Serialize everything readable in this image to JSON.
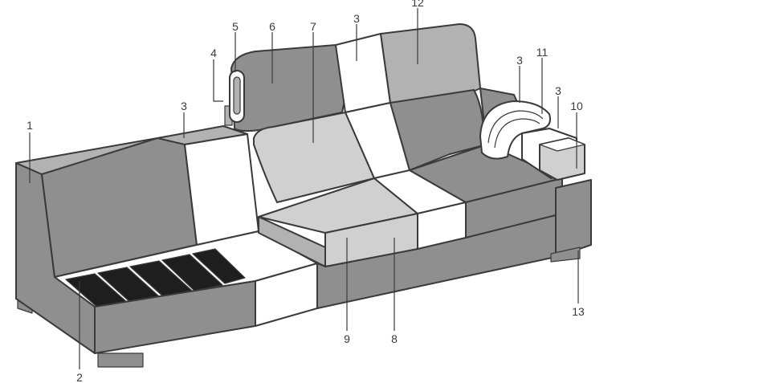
{
  "colors": {
    "dark": "#8f8f8f",
    "mid": "#b2b2b2",
    "light": "#d0d0d0",
    "white": "#ffffff",
    "slat": "#1e1e1e",
    "outline": "#3a3a3a"
  },
  "callouts": [
    {
      "id": "c1",
      "label": "1"
    },
    {
      "id": "c2",
      "label": "2"
    },
    {
      "id": "c3a",
      "label": "3"
    },
    {
      "id": "c3b",
      "label": "3"
    },
    {
      "id": "c3c",
      "label": "3"
    },
    {
      "id": "c3d",
      "label": "3"
    },
    {
      "id": "c4",
      "label": "4"
    },
    {
      "id": "c5",
      "label": "5"
    },
    {
      "id": "c6",
      "label": "6"
    },
    {
      "id": "c7",
      "label": "7"
    },
    {
      "id": "c8",
      "label": "8"
    },
    {
      "id": "c9",
      "label": "9"
    },
    {
      "id": "c10",
      "label": "10"
    },
    {
      "id": "c11",
      "label": "11"
    },
    {
      "id": "c12",
      "label": "12"
    },
    {
      "id": "c13",
      "label": "13"
    }
  ]
}
